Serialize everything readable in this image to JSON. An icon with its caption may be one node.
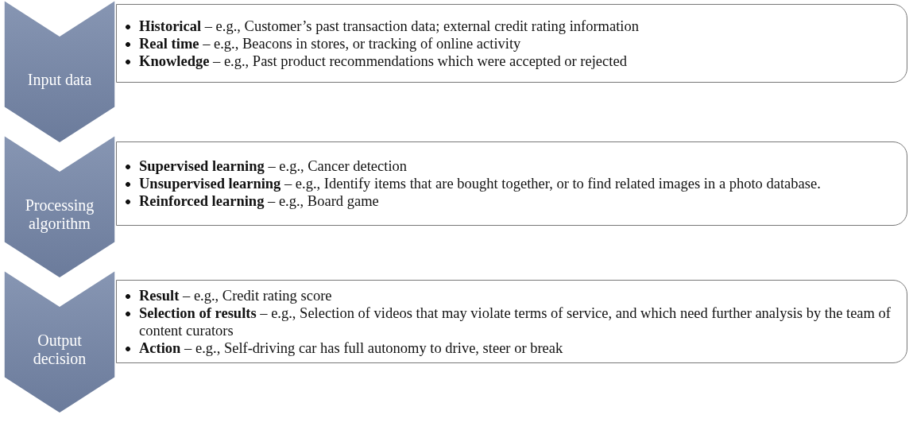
{
  "diagram": {
    "nodes": [
      {
        "text": [
          "Input data"
        ]
      },
      {
        "text": [
          "**Historical** – e.g., Customer’s past transaction data; external credit rating information",
          "**Real time** – e.g., Beacons in stores, or tracking of online activity",
          "**Knowledge** – e.g., Past product recommendations which were accepted or rejected"
        ]
      },
      {
        "text": [
          "Processing algorithm"
        ]
      },
      {
        "text": [
          "**Supervised learning** – e.g., Cancer detection",
          "**Unsupervised learning** – e.g., Identify items that are bought together, or to find related images in a photo database.",
          "**Reinforced learning** – e.g., Board game"
        ]
      },
      {
        "text": [
          "Output decision"
        ]
      },
      {
        "text": [
          "**Result** – e.g., Credit rating score",
          "**Selection of results** – e.g., Selection of videos that may violate terms of service, and which need further analysis by the team of content curators",
          "**Action** – e.g., Self-driving car has full autonomy to drive, steer or break"
        ]
      }
    ],
    "edges": []
  }
}
